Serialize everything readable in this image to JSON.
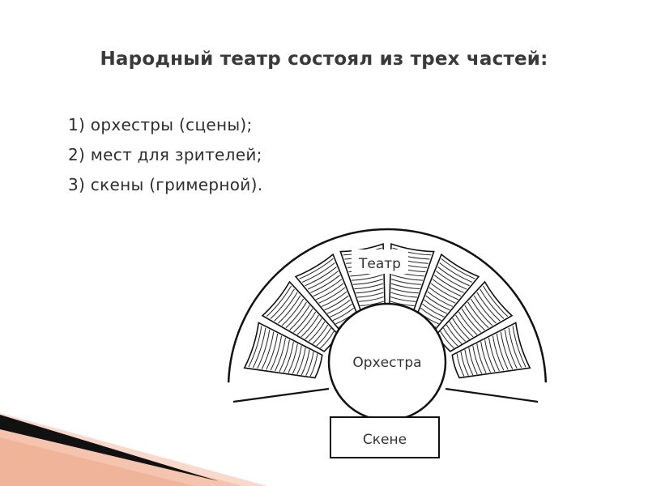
{
  "slide": {
    "title": "Народный театр состоял из трех частей:",
    "items": [
      "1) орхестры (сцены);",
      "2) мест для зрителей;",
      "3) скены (гримерной)."
    ]
  },
  "diagram": {
    "labels": {
      "theatre": "Театр",
      "orchestra": "Орхестра",
      "skene": "Скене"
    }
  },
  "colors": {
    "text": "#2f2f2f",
    "accent_dark": "#111111",
    "accent_peach": "#f4c4ae"
  }
}
